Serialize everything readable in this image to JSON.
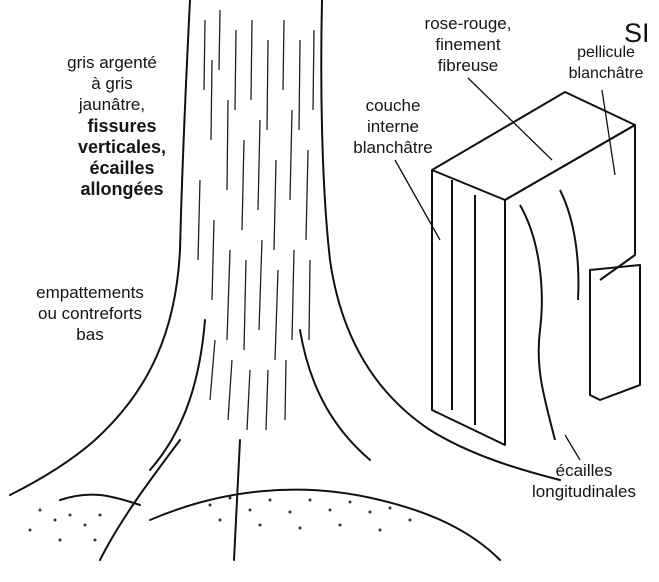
{
  "corner_text": "SI",
  "labels": {
    "bark_color": {
      "line1": "gris argenté",
      "line2": "à gris",
      "line3": "jaunâtre,"
    },
    "bark_features": {
      "line1": "fissures",
      "line2": "verticales,",
      "line3": "écailles",
      "line4": "allongées"
    },
    "buttress": {
      "line1": "empattements",
      "line2": "ou contreforts",
      "line3": "bas"
    },
    "inner_bark_color": {
      "line1": "rose-rouge,",
      "line2": "finement",
      "line3": "fibreuse"
    },
    "film": {
      "line1": "pellicule",
      "line2": "blanchâtre"
    },
    "inner_layer": {
      "line1": "couche",
      "line2": "interne",
      "line3": "blanchâtre"
    },
    "scales": {
      "line1": "écailles",
      "line2": "longitudinales"
    }
  }
}
